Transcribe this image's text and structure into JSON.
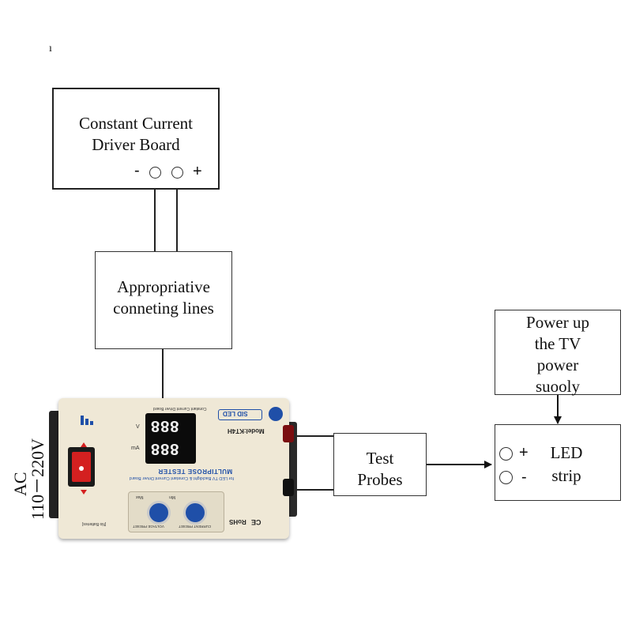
{
  "stray_mark": "ı",
  "driver_board": {
    "line1": "Constant Current",
    "line2": "Driver Board",
    "minus": "-",
    "plus": "+"
  },
  "connecting_lines": {
    "line1": "Appropriative",
    "line2": "conneting lines"
  },
  "power_supply": {
    "line1": "Power up",
    "line2": "the TV",
    "line3": "power",
    "line4": "suooly"
  },
  "led_strip": {
    "plus": "+",
    "minus": "-",
    "line1": "LED",
    "line2": "strip"
  },
  "test_probes": {
    "line1": "Test",
    "line2": "Probes"
  },
  "ac_label": {
    "line1": "AC",
    "line2": "110－220V"
  },
  "tester": {
    "brand": "SID LED",
    "model": "Model:KT4H",
    "title": "MULTIPROSE TESTER",
    "subtitle": "for LED TV Backlight & Constant Current Driver Board",
    "top_caption": "Constant Current Driver Board",
    "display_v": "888",
    "display_ma": "888",
    "unit_v": "V",
    "unit_ma": "mA",
    "knob_left_label": "VOLTAGE PRESET",
    "knob_right_label": "CURRENT PRESET",
    "min": "Min",
    "max": "Max",
    "rohs": "RoHS",
    "ce": "CE",
    "no_batteries": "[No Batteries]",
    "body_color": "#efe8d6",
    "accent_color": "#1f4fa8",
    "switch_color": "#d42020"
  }
}
